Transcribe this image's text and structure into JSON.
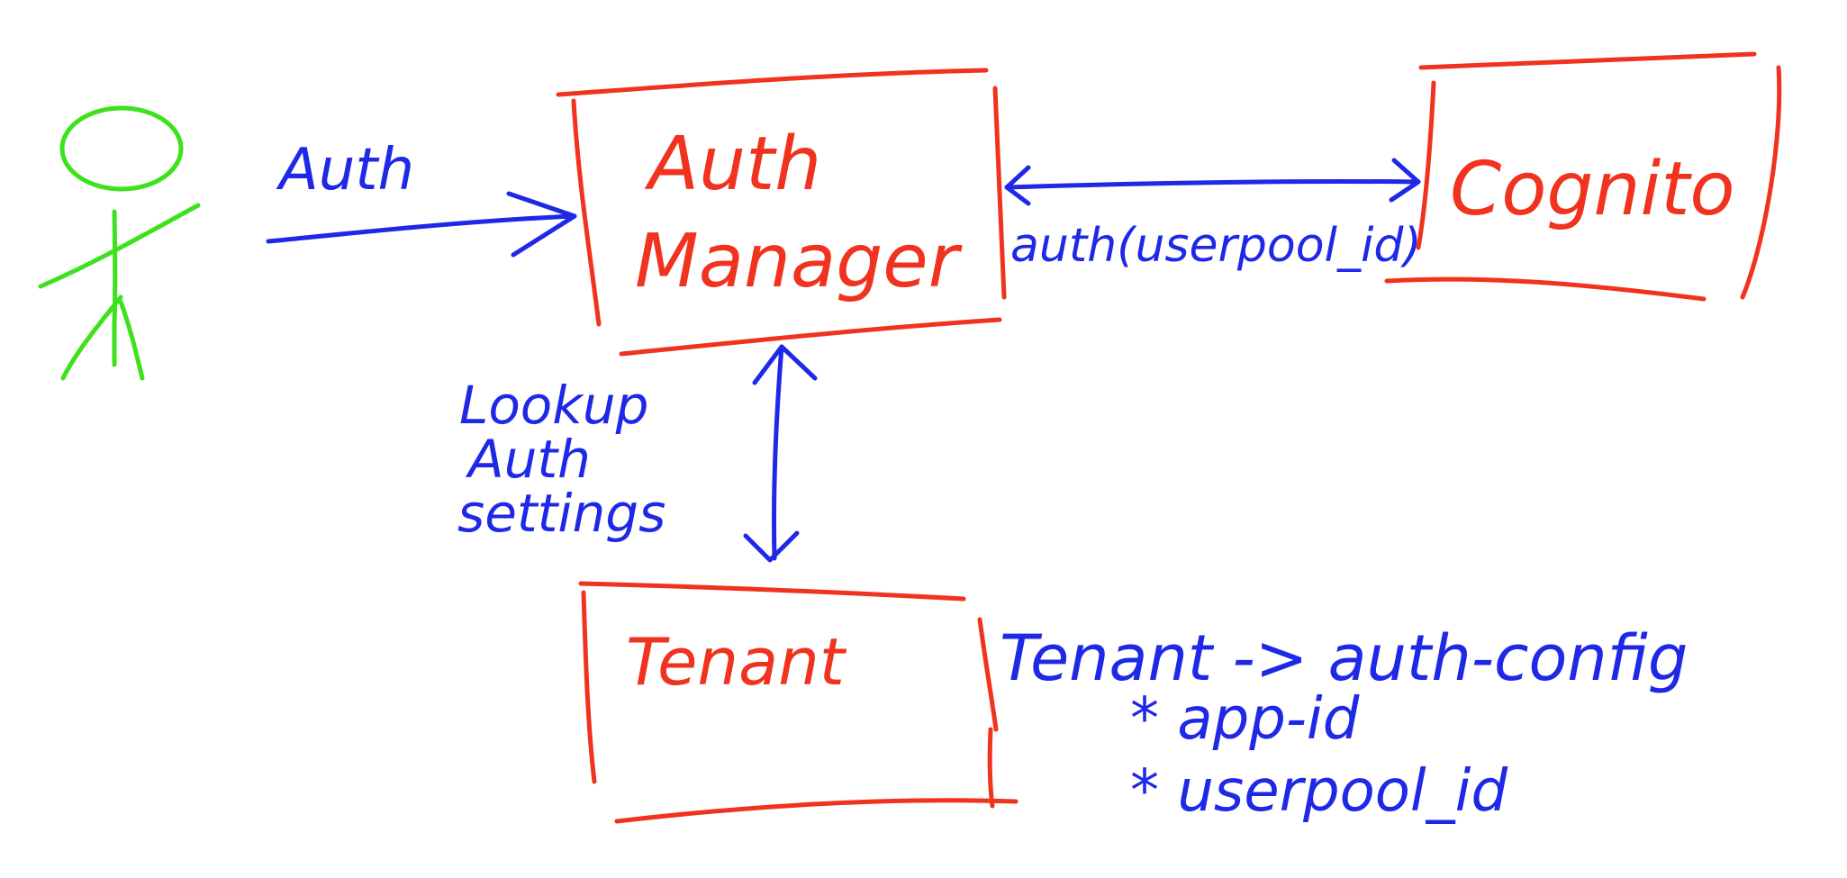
{
  "diagram": {
    "actor": {
      "icon": "stick-figure-user-icon"
    },
    "edges": {
      "user_to_auth_manager": "Auth",
      "auth_manager_to_cognito": "auth(userpool_id)",
      "auth_manager_to_tenant": [
        "Lookup",
        "Auth",
        "settings"
      ]
    },
    "nodes": {
      "auth_manager": [
        "Auth",
        "Manager"
      ],
      "cognito": "Cognito",
      "tenant": "Tenant"
    },
    "notes": {
      "mapping": "Tenant -> auth-config",
      "fields": [
        "* app-id",
        "* userpool_id"
      ]
    },
    "colors": {
      "boxes": "#f0321e",
      "arrows": "#1e28e6",
      "actor": "#3ee21c"
    }
  }
}
